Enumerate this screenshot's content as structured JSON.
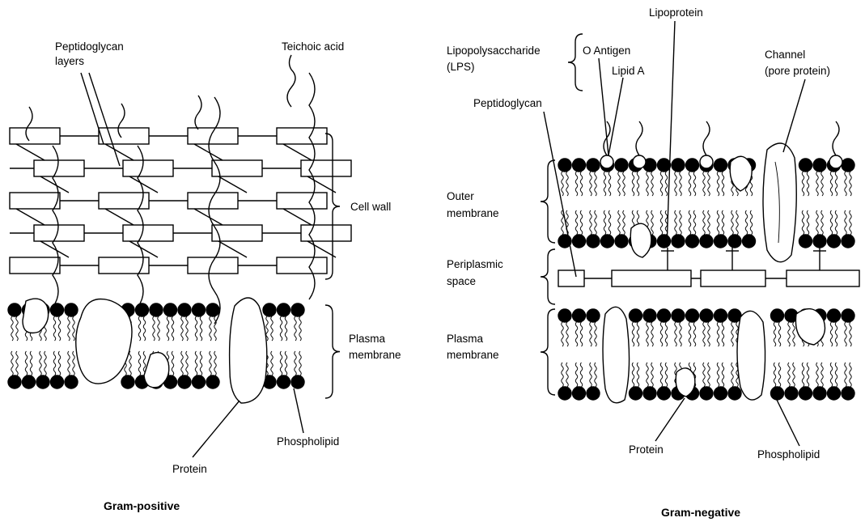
{
  "gram_positive": {
    "title": "Gram-positive",
    "labels": {
      "peptidoglycan_line1": "Peptidoglycan",
      "peptidoglycan_line2": "layers",
      "teichoic_acid": "Teichoic acid",
      "cell_wall": "Cell wall",
      "plasma_line1": "Plasma",
      "plasma_line2": "membrane",
      "phospholipid": "Phospholipid",
      "protein": "Protein"
    }
  },
  "gram_negative": {
    "title": "Gram-negative",
    "labels": {
      "lipoprotein": "Lipoprotein",
      "lps_line1": "Lipopolysaccharide",
      "lps_line2": "(LPS)",
      "o_antigen": "O Antigen",
      "lipid_a": "Lipid A",
      "channel_line1": "Channel",
      "channel_line2": "(pore protein)",
      "peptidoglycan": "Peptidoglycan",
      "outer_line1": "Outer",
      "outer_line2": "membrane",
      "periplasmic_line1": "Periplasmic",
      "periplasmic_line2": "space",
      "plasma_line1": "Plasma",
      "plasma_line2": "membrane",
      "protein": "Protein",
      "phospholipid": "Phospholipid"
    }
  },
  "colors": {
    "ink": "#000000",
    "paper": "#ffffff"
  }
}
